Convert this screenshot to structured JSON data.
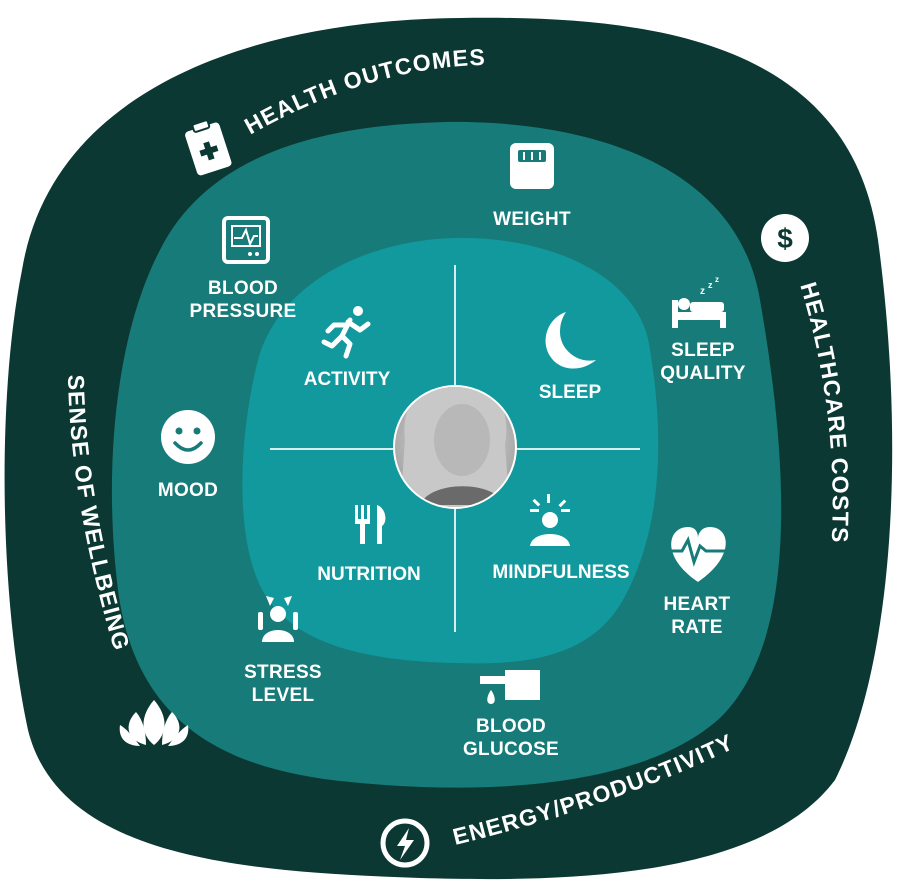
{
  "colors": {
    "outer_ring": "#0c3833",
    "middle_ring": "#167b79",
    "inner_core": "#12999d",
    "divider": "#d8eeee",
    "text": "#ffffff"
  },
  "outer_labels": {
    "top": "HEALTH OUTCOMES",
    "right": "HEALTHCARE COSTS",
    "bottom": "ENERGY/PRODUCTIVITY",
    "left": "SENSE OF WELLBEING"
  },
  "outer_icons": [
    "clipboard-icon",
    "dollar-icon",
    "lightning-icon",
    "lotus-icon"
  ],
  "middle_labels": {
    "weight": "WEIGHT",
    "blood_pressure": [
      "BLOOD",
      "PRESSURE"
    ],
    "sleep_quality": [
      "SLEEP",
      "QUALITY"
    ],
    "mood": "MOOD",
    "heart_rate": [
      "HEART",
      "RATE"
    ],
    "stress_level": [
      "STRESS",
      "LEVEL"
    ],
    "blood_glucose": [
      "BLOOD",
      "GLUCOSE"
    ]
  },
  "middle_icons": [
    "scale-icon",
    "monitor-icon",
    "bed-icon",
    "smiley-icon",
    "heartbeat-icon",
    "stress-icon",
    "glucose-icon"
  ],
  "core_labels": {
    "activity": "ACTIVITY",
    "sleep": "SLEEP",
    "nutrition": "NUTRITION",
    "mindfulness": "MINDFULNESS"
  },
  "core_icons": [
    "runner-icon",
    "moon-icon",
    "fork-knife-icon",
    "meditation-icon"
  ],
  "center": "person-photo"
}
